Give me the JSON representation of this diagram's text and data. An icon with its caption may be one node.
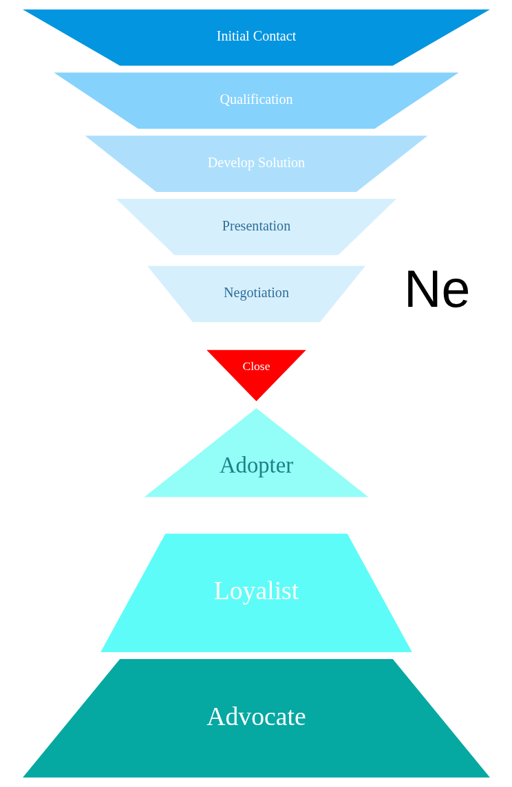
{
  "diagram": {
    "nodes": [
      {
        "text": [
          "Initial Contact"
        ]
      },
      {
        "text": [
          "Qualification"
        ]
      },
      {
        "text": [
          "Develop Solution"
        ]
      },
      {
        "text": [
          "Presentation"
        ]
      },
      {
        "text": [
          "Negotiation"
        ]
      },
      {
        "text": [
          "Close"
        ]
      },
      {
        "text": [
          "Adopter"
        ]
      },
      {
        "text": [
          "Loyalist"
        ]
      },
      {
        "text": [
          "Advocate"
        ]
      }
    ],
    "edges": [],
    "labels": [
      "Ne"
    ]
  }
}
